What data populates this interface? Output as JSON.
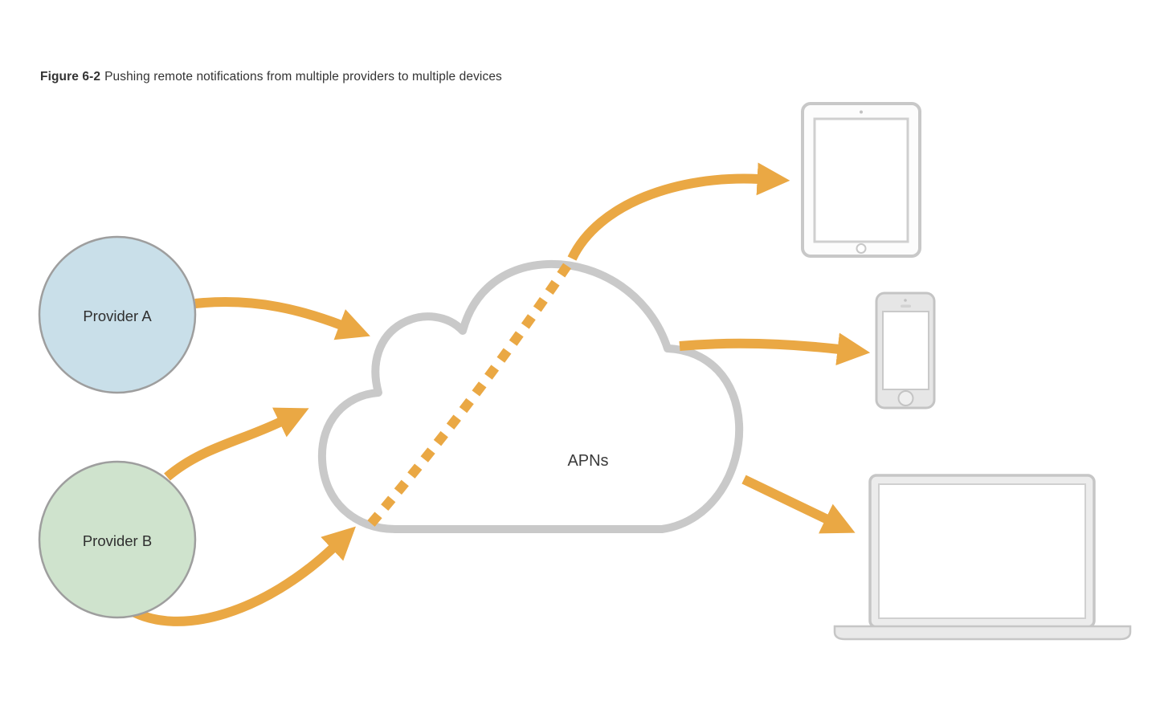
{
  "figure": {
    "label": "Figure 6-2",
    "caption": "Pushing remote notifications from multiple providers to multiple devices"
  },
  "cloud": {
    "label": "APNs"
  },
  "providers": [
    {
      "id": "provider-a",
      "label": "Provider A",
      "fill": "#c9dfe9"
    },
    {
      "id": "provider-b",
      "label": "Provider B",
      "fill": "#cfe3cd"
    }
  ],
  "devices": [
    {
      "id": "tablet",
      "icon": "tablet-device-icon"
    },
    {
      "id": "phone",
      "icon": "phone-device-icon"
    },
    {
      "id": "laptop",
      "icon": "laptop-device-icon"
    }
  ],
  "edges": [
    {
      "from": "Provider A",
      "to": "APNs",
      "style": "solid-arrow"
    },
    {
      "from": "Provider B",
      "to": "APNs",
      "style": "solid-arrow-upper"
    },
    {
      "from": "Provider B",
      "to": "APNs",
      "style": "solid-arrow-lower"
    },
    {
      "from": "APNs",
      "to": "tablet",
      "style": "dashed-through-cloud-then-solid-arrow"
    },
    {
      "from": "APNs",
      "to": "phone",
      "style": "solid-arrow"
    },
    {
      "from": "APNs",
      "to": "laptop",
      "style": "solid-arrow"
    }
  ],
  "colors": {
    "arrow": "#eaa844",
    "cloud_outline": "#c9c9c9",
    "device_outline": "#c6c6c6",
    "provider_a_fill": "#c9dfe9",
    "provider_b_fill": "#cfe3cd",
    "node_outline": "#9e9e9e",
    "text": "#333333"
  }
}
